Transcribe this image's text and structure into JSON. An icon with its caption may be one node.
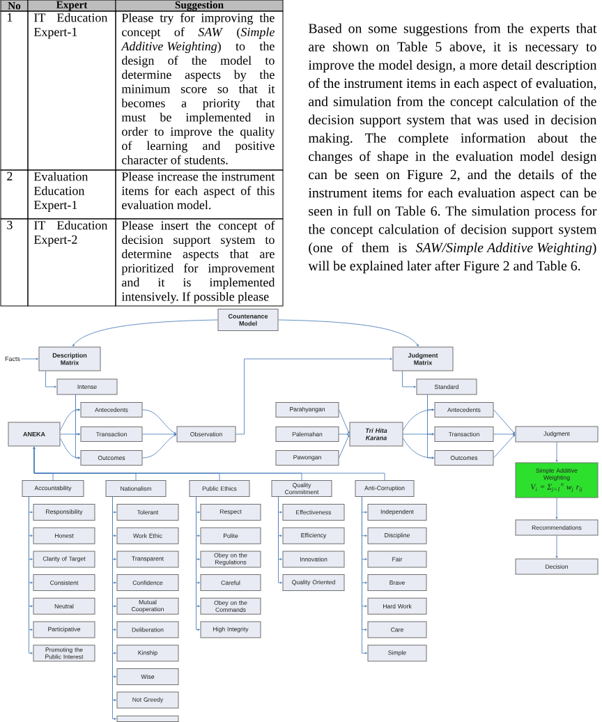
{
  "diagram": {
    "nodes": [
      {
        "text": [
          "Countenance Model"
        ]
      },
      {
        "text": [
          "Description Matrix"
        ]
      },
      {
        "text": [
          "Facts"
        ]
      },
      {
        "text": [
          "Intense"
        ]
      },
      {
        "text": [
          "ANEKA"
        ]
      },
      {
        "text": [
          "Antecedents"
        ]
      },
      {
        "text": [
          "Transaction"
        ]
      },
      {
        "text": [
          "Outcomes"
        ]
      },
      {
        "text": [
          "Observation"
        ]
      },
      {
        "text": [
          "Judgment Matrix"
        ]
      },
      {
        "text": [
          "Standard"
        ]
      },
      {
        "text": [
          "Parahyangan"
        ]
      },
      {
        "text": [
          "Palemahan"
        ]
      },
      {
        "text": [
          "Pawongan"
        ]
      },
      {
        "text": [
          "Tri Hita Karana"
        ]
      },
      {
        "text": [
          "Antecedents"
        ]
      },
      {
        "text": [
          "Transaction"
        ]
      },
      {
        "text": [
          "Outcomes"
        ]
      },
      {
        "text": [
          "Judgment"
        ]
      },
      {
        "text": [
          "Simple Additive Weighting",
          "V$_{i}$ = Σ$_{j=1}$$^{n}$ w$_{j}$ r$_{ij}$"
        ]
      },
      {
        "text": [
          "Recommendations"
        ]
      },
      {
        "text": [
          "Decision"
        ]
      },
      {
        "text": [
          "Accountability"
        ]
      },
      {
        "text": [
          "Nationalism"
        ]
      },
      {
        "text": [
          "Public Ethics"
        ]
      },
      {
        "text": [
          "Quality Commitment"
        ]
      },
      {
        "text": [
          "Anti-Corruption"
        ]
      },
      {
        "text": [
          "Responsibility"
        ]
      },
      {
        "text": [
          "Honest"
        ]
      },
      {
        "text": [
          "Clarity of Target"
        ]
      },
      {
        "text": [
          "Consistent"
        ]
      },
      {
        "text": [
          "Neutral"
        ]
      },
      {
        "text": [
          "Participative"
        ]
      },
      {
        "text": [
          "Promoting the Public Interest"
        ]
      },
      {
        "text": [
          "Tolerant"
        ]
      },
      {
        "text": [
          "Work Ethic"
        ]
      },
      {
        "text": [
          "Transparent"
        ]
      },
      {
        "text": [
          "Confidence"
        ]
      },
      {
        "text": [
          "Mutual Cooperation"
        ]
      },
      {
        "text": [
          "Deliberation"
        ]
      },
      {
        "text": [
          "Kinship"
        ]
      },
      {
        "text": [
          "Wise"
        ]
      },
      {
        "text": [
          "Not Greedy"
        ]
      },
      {
        "text": [],
        "shape": "box"
      },
      {
        "text": [
          "Respect"
        ]
      },
      {
        "text": [
          "Polite"
        ]
      },
      {
        "text": [
          "Obey on the Regulations"
        ]
      },
      {
        "text": [
          "Careful"
        ]
      },
      {
        "text": [
          "Obey on the Commands"
        ]
      },
      {
        "text": [
          "High Integrity"
        ]
      },
      {
        "text": [
          "Effectiveness"
        ]
      },
      {
        "text": [
          "Efficiency"
        ]
      },
      {
        "text": [
          "Innovation"
        ]
      },
      {
        "text": [
          "Quality Oriented"
        ]
      },
      {
        "text": [
          "Independent"
        ]
      },
      {
        "text": [
          "Discipline"
        ]
      },
      {
        "text": [
          "Fair"
        ]
      },
      {
        "text": [
          "Brave"
        ]
      },
      {
        "text": [
          "Hard Work"
        ]
      },
      {
        "text": [
          "Care"
        ]
      },
      {
        "text": [
          "Simple"
        ]
      }
    ],
    "edges": [
      {
        "from": 0,
        "to": 1,
        "arrow": "to"
      },
      {
        "from": 0,
        "to": 9,
        "arrow": "to"
      },
      {
        "from": 2,
        "to": 1,
        "arrow": "to"
      },
      {
        "from": 1,
        "to": 3,
        "arrow": "to"
      },
      {
        "from": 3,
        "to": 5,
        "arrow": "to"
      },
      {
        "from": 3,
        "to": 6,
        "arrow": "to"
      },
      {
        "from": 3,
        "to": 7,
        "arrow": "to"
      },
      {
        "from": 4,
        "to": 5,
        "arrow": "to"
      },
      {
        "from": 4,
        "to": 6,
        "arrow": "to"
      },
      {
        "from": 4,
        "to": 7,
        "arrow": "to"
      },
      {
        "from": 5,
        "to": 8,
        "arrow": "to"
      },
      {
        "from": 6,
        "to": 8,
        "arrow": "to"
      },
      {
        "from": 7,
        "to": 8,
        "arrow": "to"
      },
      {
        "from": 8,
        "to": 9,
        "arrow": "to"
      },
      {
        "from": 9,
        "to": 10,
        "arrow": "to"
      },
      {
        "from": 10,
        "to": 15,
        "arrow": "to"
      },
      {
        "from": 10,
        "to": 16,
        "arrow": "to"
      },
      {
        "from": 10,
        "to": 17,
        "arrow": "to"
      },
      {
        "from": 11,
        "to": 14,
        "arrow": "to"
      },
      {
        "from": 12,
        "to": 14,
        "arrow": "to"
      },
      {
        "from": 13,
        "to": 14,
        "arrow": "to"
      },
      {
        "from": 14,
        "to": 15,
        "arrow": "to"
      },
      {
        "from": 14,
        "to": 16,
        "arrow": "to"
      },
      {
        "from": 14,
        "to": 17,
        "arrow": "to"
      },
      {
        "from": 15,
        "to": 18,
        "arrow": "to"
      },
      {
        "from": 16,
        "to": 18,
        "arrow": "to"
      },
      {
        "from": 17,
        "to": 18,
        "arrow": "to"
      },
      {
        "from": 18,
        "to": 19,
        "arrow": "to"
      },
      {
        "from": 19,
        "to": 20,
        "arrow": "to"
      },
      {
        "from": 20,
        "to": 21,
        "arrow": "to"
      },
      {
        "from": 22,
        "to": 4,
        "arrow": "to"
      },
      {
        "from": 23,
        "to": 4,
        "arrow": "to"
      },
      {
        "from": 24,
        "to": 4,
        "arrow": "to"
      },
      {
        "from": 25,
        "to": 4,
        "arrow": "to"
      },
      {
        "from": 26,
        "to": 4,
        "arrow": "to"
      },
      {
        "from": 22,
        "to": 27,
        "arrow": "to"
      },
      {
        "from": 22,
        "to": 28,
        "arrow": "to"
      },
      {
        "from": 22,
        "to": 29,
        "arrow": "to"
      },
      {
        "from": 22,
        "to": 30,
        "arrow": "to"
      },
      {
        "from": 22,
        "to": 31,
        "arrow": "to"
      },
      {
        "from": 22,
        "to": 32,
        "arrow": "to"
      },
      {
        "from": 22,
        "to": 33,
        "arrow": "to"
      },
      {
        "from": 23,
        "to": 34,
        "arrow": "to"
      },
      {
        "from": 23,
        "to": 35,
        "arrow": "to"
      },
      {
        "from": 23,
        "to": 36,
        "arrow": "to"
      },
      {
        "from": 23,
        "to": 37,
        "arrow": "to"
      },
      {
        "from": 23,
        "to": 38,
        "arrow": "to"
      },
      {
        "from": 23,
        "to": 39,
        "arrow": "to"
      },
      {
        "from": 23,
        "to": 40,
        "arrow": "to"
      },
      {
        "from": 23,
        "to": 41,
        "arrow": "to"
      },
      {
        "from": 23,
        "to": 42,
        "arrow": "to"
      },
      {
        "from": 23,
        "to": 43,
        "arrow": "to"
      },
      {
        "from": 24,
        "to": 44,
        "arrow": "to"
      },
      {
        "from": 24,
        "to": 45,
        "arrow": "to"
      },
      {
        "from": 24,
        "to": 46,
        "arrow": "to"
      },
      {
        "from": 24,
        "to": 47,
        "arrow": "to"
      },
      {
        "from": 24,
        "to": 48,
        "arrow": "to"
      },
      {
        "from": 24,
        "to": 49,
        "arrow": "to"
      },
      {
        "from": 25,
        "to": 50,
        "arrow": "to"
      },
      {
        "from": 25,
        "to": 51,
        "arrow": "to"
      },
      {
        "from": 25,
        "to": 52,
        "arrow": "to"
      },
      {
        "from": 25,
        "to": 53,
        "arrow": "to"
      },
      {
        "from": 26,
        "to": 54,
        "arrow": "to"
      },
      {
        "from": 26,
        "to": 55,
        "arrow": "to"
      },
      {
        "from": 26,
        "to": 56,
        "arrow": "to"
      },
      {
        "from": 26,
        "to": 57,
        "arrow": "to"
      },
      {
        "from": 26,
        "to": 58,
        "arrow": "to"
      },
      {
        "from": 26,
        "to": 59,
        "arrow": "to"
      },
      {
        "from": 26,
        "to": 60,
        "arrow": "to"
      }
    ],
    "labels": [
      "No",
      "Expert",
      "Suggestion",
      "1",
      "IT Education Expert-1",
      "Please try for improving the concept of *SAW* (*Simple Additive Weighting*) to the design of the model to determine aspects by the minimum score so that it becomes a priority that must be implemented in order to improve the quality of learning and positive character of students.",
      "2",
      "Evaluation Education Expert-1",
      "Please increase the instrument items for each aspect of this evaluation model.",
      "3",
      "IT Education Expert-2",
      "Please insert the concept of decision support system to determine aspects that are prioritized for improvement and it is implemented intensively. If possible please",
      "Based on some suggestions from the experts that are shown on Table 5 above, it is necessary to improve the model design, a more detail description of the instrument items in each aspect of evaluation, and simulation from the concept calculation of the decision support system that was used in decision making. The complete information about the changes of shape in the evaluation model design can be seen on Figure 2, and the details of the instrument items for each evaluation aspect can be seen in full on Table 6. The simulation process for the concept calculation of decision support system (one of them is *SAW/Simple Additive Weighting*) will be explained later after Figure 2 and Table 6."
    ]
  }
}
